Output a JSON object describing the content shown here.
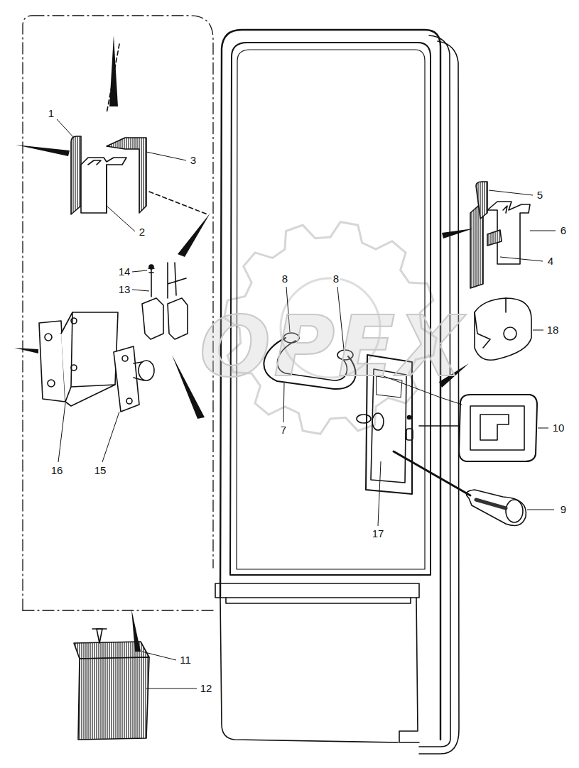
{
  "diagram": {
    "labels": [
      "1",
      "3",
      "5",
      "2",
      "6",
      "4",
      "14",
      "8",
      "8",
      "13",
      "18",
      "10",
      "7",
      "16",
      "15",
      "9",
      "17",
      "11",
      "12",
      "OPEX"
    ]
  }
}
